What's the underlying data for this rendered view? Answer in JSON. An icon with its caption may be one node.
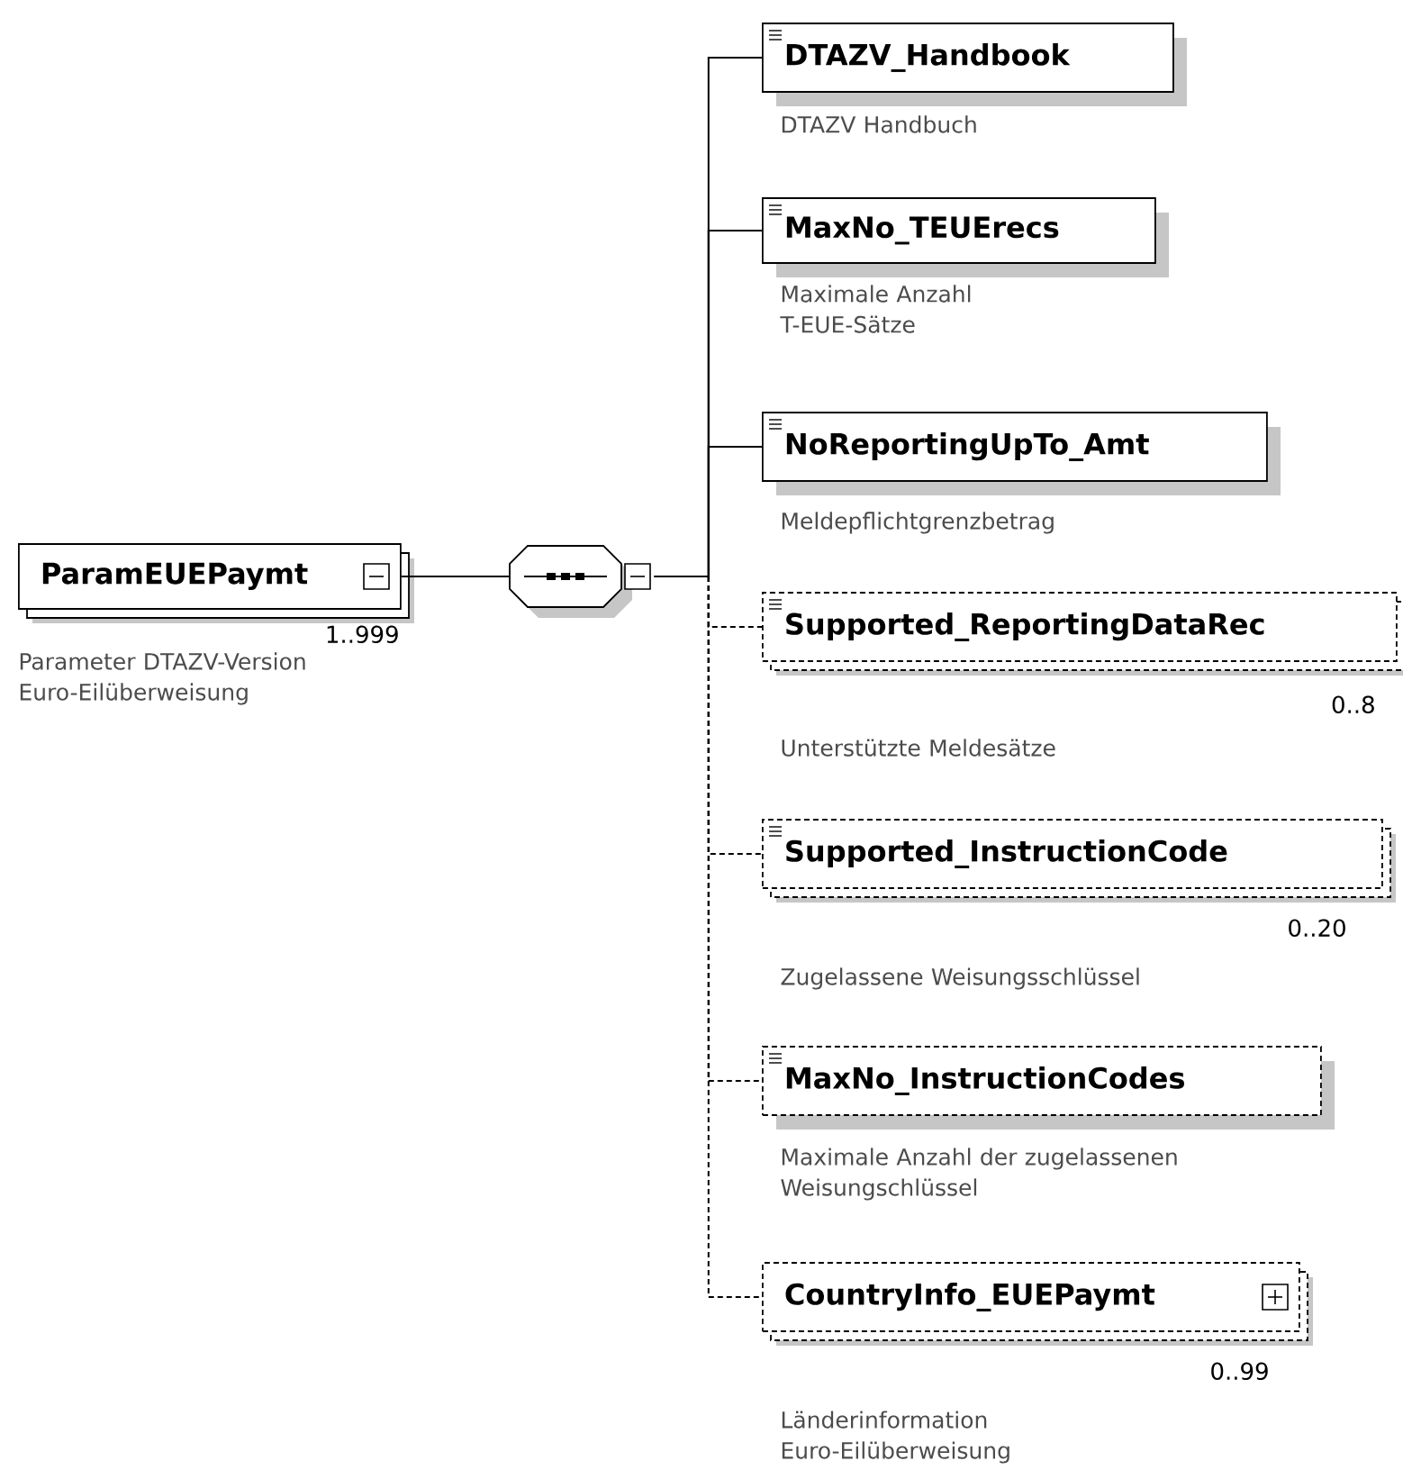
{
  "diagram": {
    "nodes": [
      {
        "text": [
          "ParamEUEPaymt"
        ],
        "beside": [
          "1..999",
          "Parameter DTAZV-Version Euro-Eilüberweisung"
        ]
      },
      {
        "text": [],
        "shape": "octagon"
      },
      {
        "text": [
          "DTAZV_Handbook"
        ],
        "beside": [
          "DTAZV Handbuch"
        ]
      },
      {
        "text": [
          "MaxNo_TEUErecs"
        ],
        "beside": [
          "Maximale Anzahl T-EUE-Sätze"
        ]
      },
      {
        "text": [
          "NoReportingUpTo_Amt"
        ],
        "beside": [
          "Meldepflichtgrenzbetrag"
        ]
      },
      {
        "text": [
          "Supported_ReportingDataRec"
        ],
        "beside": [
          "0..8",
          "Unterstützte Meldesätze"
        ]
      },
      {
        "text": [
          "Supported_InstructionCode"
        ],
        "beside": [
          "0..20",
          "Zugelassene Weisungsschlüssel"
        ]
      },
      {
        "text": [
          "MaxNo_InstructionCodes"
        ],
        "beside": [
          "Maximale Anzahl der zugelassenen Weisungschlüssel"
        ]
      },
      {
        "text": [
          "CountryInfo_EUEPaymt"
        ],
        "beside": [
          "0..99",
          "Länderinformation Euro-Eilüberweisung"
        ]
      }
    ],
    "edges": [
      {
        "from": 0,
        "to": 1,
        "arrow": "none"
      },
      {
        "from": 1,
        "to": 2,
        "arrow": "none"
      },
      {
        "from": 1,
        "to": 3,
        "arrow": "none"
      },
      {
        "from": 1,
        "to": 4,
        "arrow": "none"
      },
      {
        "from": 1,
        "to": 5,
        "arrow": "none",
        "style": "dashed"
      },
      {
        "from": 1,
        "to": 6,
        "arrow": "none",
        "style": "dashed"
      },
      {
        "from": 1,
        "to": 7,
        "arrow": "none",
        "style": "dashed"
      },
      {
        "from": 1,
        "to": 8,
        "arrow": "none",
        "style": "dashed"
      }
    ]
  }
}
